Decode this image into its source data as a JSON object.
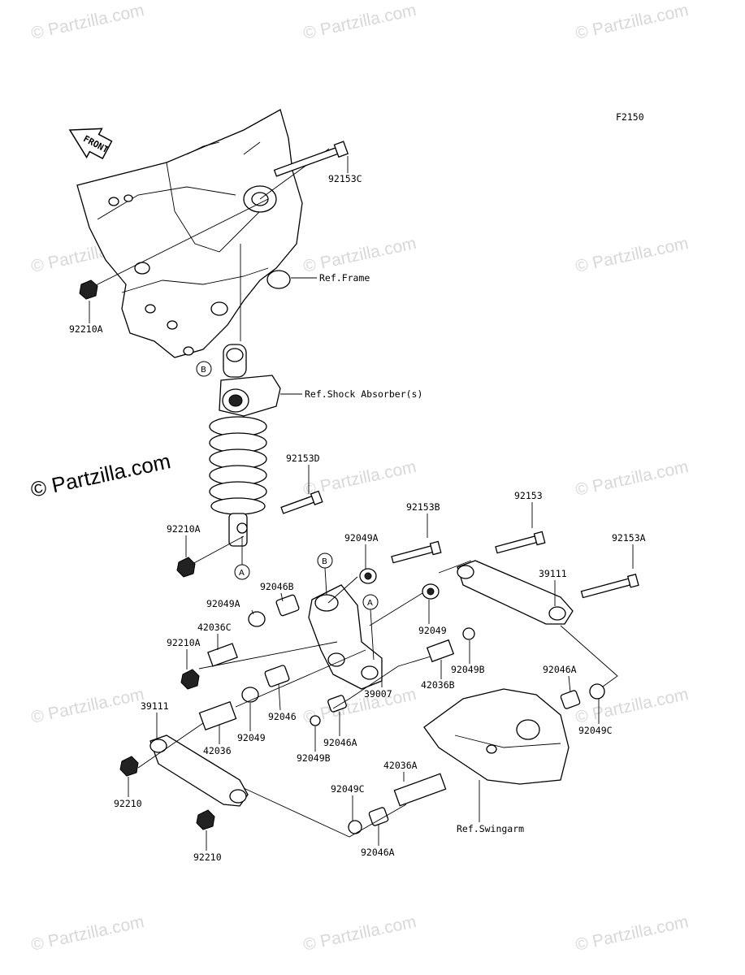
{
  "diagram": {
    "figure_code": "F2150",
    "front_label": "FRONT",
    "references": {
      "frame": "Ref.Frame",
      "shock": "Ref.Shock Absorber(s)",
      "swingarm": "Ref.Swingarm"
    },
    "callouts": {
      "a": "A",
      "b": "B"
    },
    "parts": {
      "p92153C": "92153C",
      "p92210A_top": "92210A",
      "p92153D": "92153D",
      "p92210A_mid": "92210A",
      "p92153B": "92153B",
      "p92153": "92153",
      "p92153A": "92153A",
      "p92049A_top": "92049A",
      "p92046B": "92046B",
      "p92049A_left": "92049A",
      "p42036C": "42036C",
      "p92210A_low": "92210A",
      "p39111_right": "39111",
      "p92049_mid": "92049",
      "p92049B_right": "92049B",
      "p42036B": "42036B",
      "p39007": "39007",
      "p92046A_right": "92046A",
      "p92049C_right": "92049C",
      "p39111_left": "39111",
      "p42036": "42036",
      "p92049_left": "92049",
      "p92046": "92046",
      "p92046A_mid": "92046A",
      "p92049B_mid": "92049B",
      "p42036A": "42036A",
      "p92210_a": "92210",
      "p92210_b": "92210",
      "p92049C_low": "92049C",
      "p92046A_low": "92046A"
    },
    "watermark": "© Partzilla.com"
  }
}
